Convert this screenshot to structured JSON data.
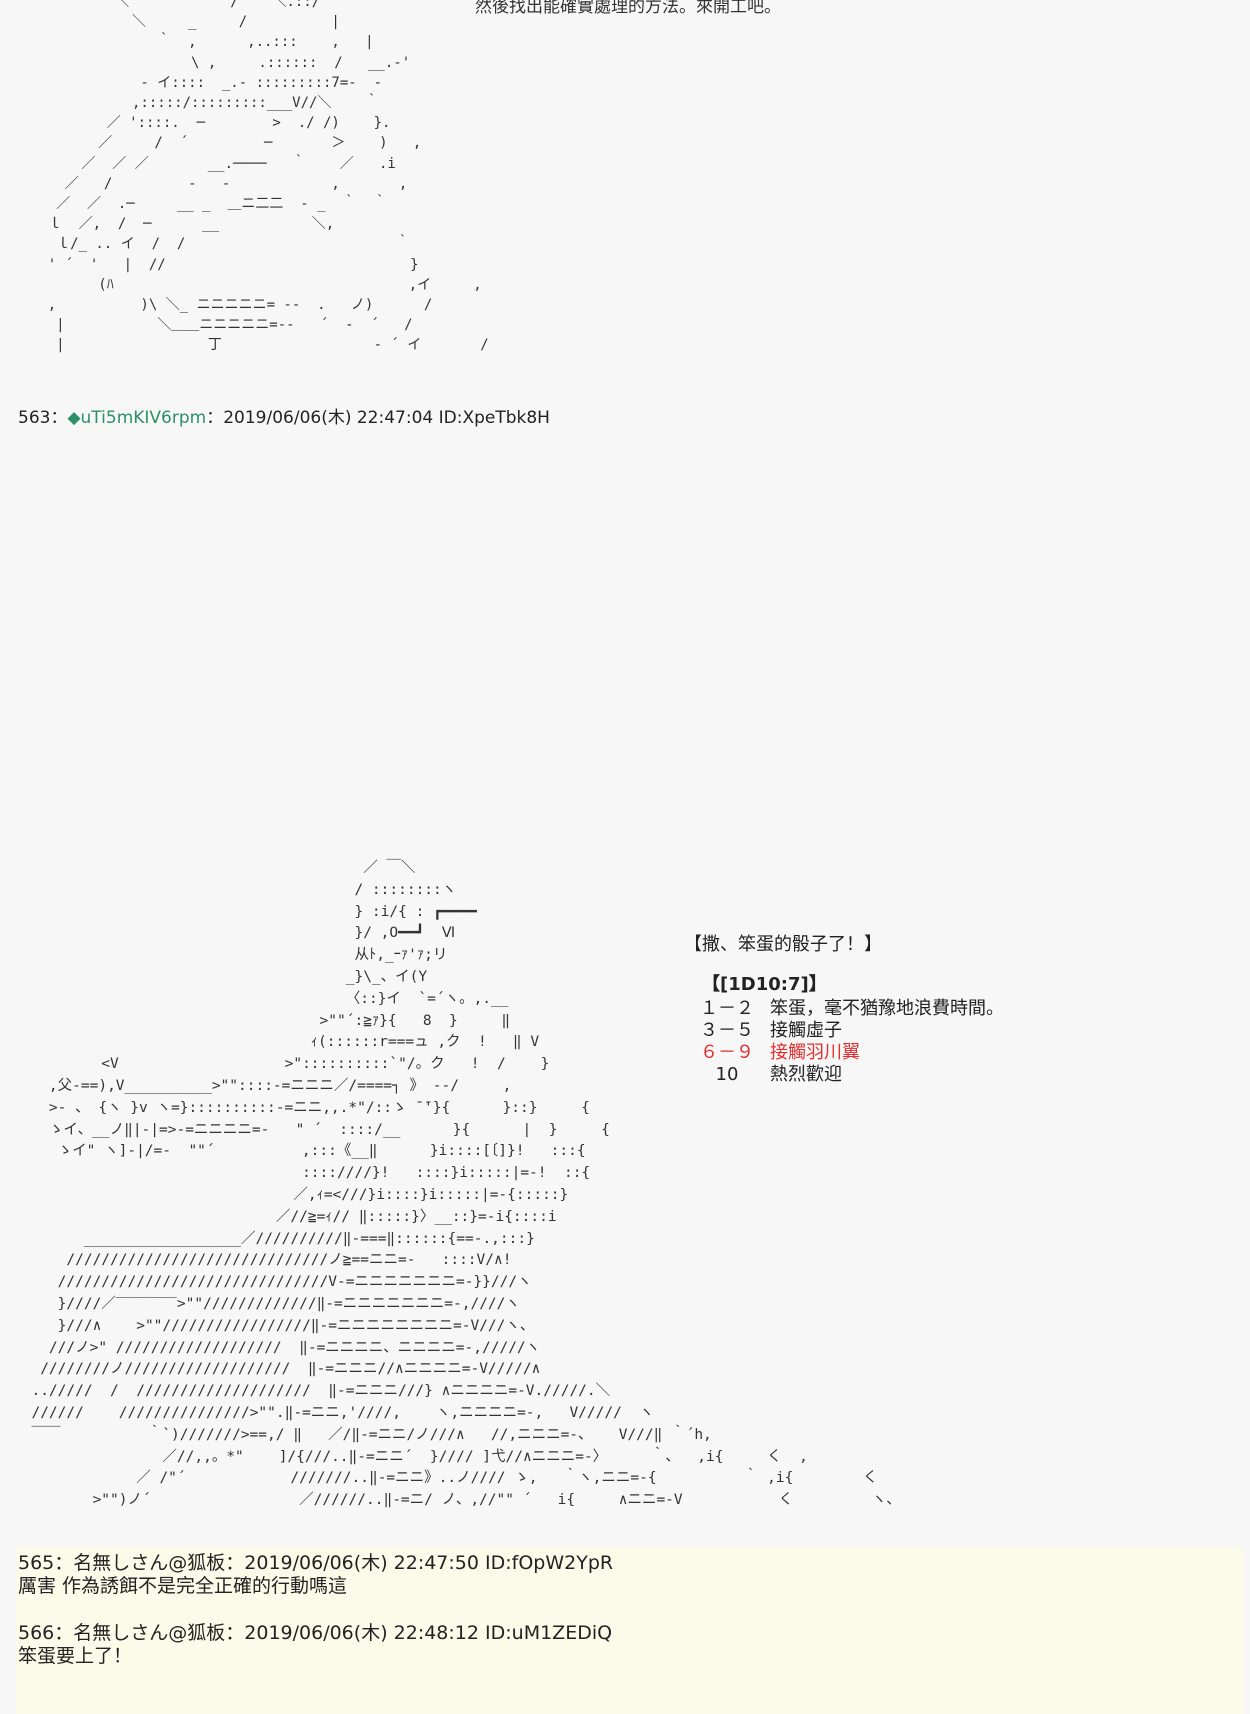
{
  "top_caption": "然後找出能確實處理的方法。來開工吧。",
  "art_top": "            ＼            /    ＼.::/                  \n              ＼     _     /          |\n                 ｀  ,      ,..:::    ,   |\n                     \\ ,     .::::::  /   __.-'\n               - イ::::  _.- :::::::::7=-  ‐\n              ,:::::/:::::::::___V//＼    ｀\n           ／ '::::.  ─        >  ./ /)    }.\n          ／     /  ´         ─       ＞    )   ,\n        ／  ／ ／       __.────   ｀    ／   .i\n      ／   /         -   -            ,       ,\n     ／  ／  .─     __ _  ＿ニ二二  - _  ｀  ｀\n    ｌ  ／,  /  ─      __           ＼,\n     ｌ/_ .. イ  /  /                         ｀\n    ' ´  '   |  //                             }\n          (ﾊ                                   ,イ     ,\n    ,          )\\ ＼_ ニニニニニ= --  .   ノ)      /\n     |           ＼＿＿ニニニニニ=--   ´  -  ´   /\n     |                 丁                  - ´ イ       /",
  "post_563": {
    "number": "563",
    "sep": "：",
    "diamond": "◆",
    "name": "uTi5mKIV6rpm",
    "date": "：2019/06/06(木) 22:47:04 ID:XpeTbk8H"
  },
  "art_mid": "                                        ／ ￣＼\n                                       / ::::::::ヽ\n                                       } :i/{ : ┏━━━━\n                                       }/ ,O━━┛  Ⅵ\n                                       从ﾄ,_ｰｧ'ｧ;リ\n                                      _}\\_、イ(Y\n                                      〈::}イ  `=´ヽ。,.__\n                                   >\"\"´:≧ｧ}{   8  }     ‖\n                                  ｨ(::::::r===ュ ,ク  !   ‖ V\n          <V                   >\"::::::::::`\"/。ク   !  /    }\n    ,父-==),V__________>\"\"::::-=ニニニ／/====┐ 》 --/     ,\n    >- 、 {ヽ }v ヽ=}::::::::::-=ニニ,,.*\"/::ゝ ̄ ̄'}{      }::}     {\n    ゝイ、__ノ‖|-|=>-=ニニニニ=-   \" ´  ::::/__      }{      |  }     {\n     ゝイ\" ヽ]-|/=-  \"\"´          ,:::《__‖      }i::::[〔]}!   :::{\n                                 ::::////}!   ::::}i:::::|=-!  ::{\n                                ／,ｨ=<///}i::::}i:::::|=-{:::::}\n                              ／//≧=ｨ// ‖:::::}〉__::}=-i{::::i\n        __________________／//////////‖-===‖::::::{==-.,:::}\n      //////////////////////////////ノ≧==ニニ=-   ::::V/∧!\n     ///////////////////////////////V-=ニニニニニニニ=-}}///ヽ\n     }////／‾‾‾‾‾‾‾>\"\"/////////////‖-=ニニニニニニニ=-,////ヽ\n     }///∧    >\"\"/////////////////‖-=ニニニニニニニニ=-V///ヽ、\n    ///ノ>\" ///////////////////  ‖-=ニニニニ、ニニニニ=-,/////ヽ\n   ////////ノ///////////////////  ‖-=ニニニ//∧ニニニニ=-V/////∧\n  ../////  /  ////////////////////  ‖-=ニニニ///} ∧ニニニニ=-V./////.＼\n  //////    ///////////////>\"\".‖-=ニニ,'////,    ヽ,ニニニニ=-,   V/////  ヽ\n  ￣￣          ｀`)///////>==,/ ‖   ／/‖-=ニニ/ノ///∧   //,ニニニ=-、   V///‖ ｀´h,\n                 ／//,,。*\"    ]/{///..‖-=ニニ´  }//// ]弋//∧ニニニ=-〉     ｀、  ,i{     く  ,\n              ／ /\"´            ///////..‖-=ニニ》..ノ//// ゝ,   ｀ヽ,ニニ=-{          ｀ ,i{        く\n         >\"\")ノ´                 ／//////..‖-=ニ/ ノ、,//\"\" ´   i{     ∧ニニ=-V           く         ヽ、",
  "dice": {
    "title": "【撒、笨蛋的骰子了！】",
    "header": "【[1D10:7]】",
    "rows": [
      {
        "range": "１－２",
        "text": "笨蛋，毫不猶豫地浪費時間。",
        "hit": false
      },
      {
        "range": "３－５",
        "text": "接觸虛子",
        "hit": false
      },
      {
        "range": "６－９",
        "text": "接觸羽川翼",
        "hit": true
      },
      {
        "range": "10",
        "text": "熱烈歡迎",
        "hit": false
      }
    ],
    "hit_color": "#e03030"
  },
  "post_565": {
    "header": "565：名無しさん@狐板：2019/06/06(木) 22:47:50 ID:fOpW2YpR",
    "body": "厲害 作為誘餌不是完全正確的行動嗎這"
  },
  "post_566": {
    "header": "566：名無しさん@狐板：2019/06/06(木) 22:48:12 ID:uM1ZEDiQ",
    "body": "笨蛋要上了！"
  }
}
